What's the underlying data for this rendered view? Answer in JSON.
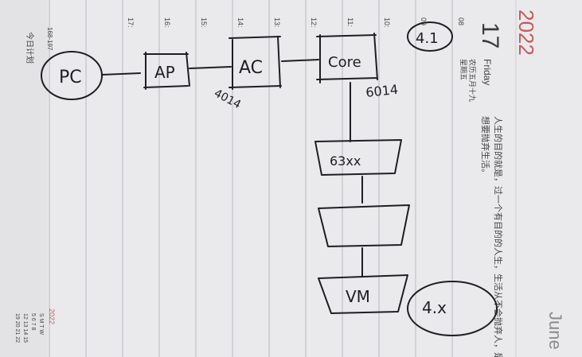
{
  "planner": {
    "year": "2022",
    "day_number": "17",
    "weekday": "Friday",
    "lunar_date": "农历五月十九",
    "weekday_cn": "星期五",
    "motto_line1": "人生的目的就是，过一个有目的的人生，生活从不会抛弃人，是人",
    "motto_line2": "想要抛弃生活。",
    "month_corner": "June",
    "sidebar_label": "今日计划",
    "day_count": "168-197",
    "hours": [
      "08",
      "09",
      "10:",
      "11:",
      "12:",
      "13:",
      "14:",
      "15:",
      "16:",
      "17:"
    ],
    "mini_calendar": {
      "year": "2022",
      "header": "S M T W",
      "rows": [
        "5 6 7 8",
        "12 13 14 15",
        "19 20 21 22"
      ]
    }
  },
  "sketch": {
    "node_pc": "PC",
    "node_ap": "AP",
    "node_ac": "AC",
    "node_core": "Core",
    "label_ac_port": "4014",
    "label_core_port": "6014",
    "label_switch": "63xx",
    "node_vm": "VM",
    "version_top": "4.1",
    "version_bottom": "4.x"
  }
}
